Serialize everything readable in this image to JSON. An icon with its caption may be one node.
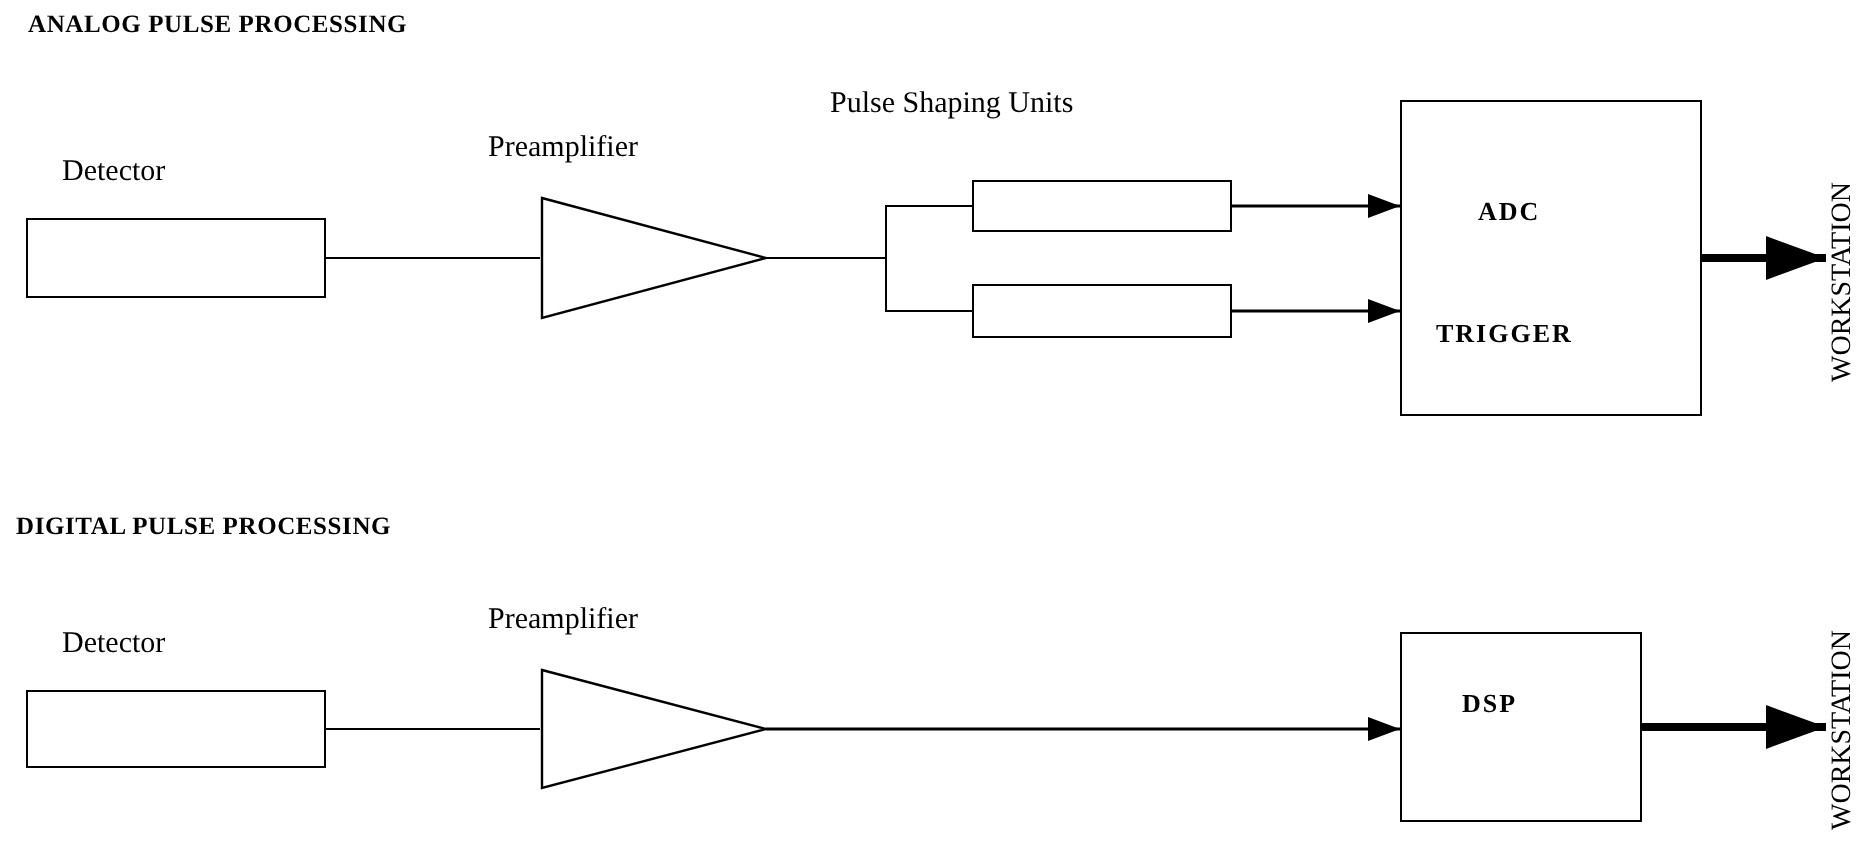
{
  "diagram": {
    "nodes": [
      {
        "text": [
          "Detector"
        ]
      },
      {
        "text": [
          "Preamplifier"
        ]
      },
      {
        "text": [],
        "shape": "box"
      },
      {
        "text": [],
        "shape": "box"
      },
      {
        "text": [
          "ADC",
          "TRIGGER"
        ]
      },
      {
        "text": [
          "WORKSTATION"
        ]
      },
      {
        "text": [
          "Detector"
        ]
      },
      {
        "text": [
          "Preamplifier"
        ]
      },
      {
        "text": [
          "DSP"
        ]
      },
      {
        "text": [
          "WORKSTATION"
        ]
      }
    ],
    "edges": [
      {
        "from": 0,
        "to": 1,
        "arrow": "none"
      },
      {
        "from": 1,
        "to": 2,
        "arrow": "none"
      },
      {
        "from": 1,
        "to": 3,
        "arrow": "none"
      },
      {
        "from": 2,
        "to": 4,
        "arrow": "to"
      },
      {
        "from": 3,
        "to": 4,
        "arrow": "to"
      },
      {
        "from": 4,
        "to": 5,
        "arrow": "to",
        "style": "thick"
      },
      {
        "from": 6,
        "to": 7,
        "arrow": "none"
      },
      {
        "from": 7,
        "to": 8,
        "arrow": "to"
      },
      {
        "from": 8,
        "to": 9,
        "arrow": "to",
        "style": "thick"
      }
    ],
    "labels": [
      "ANALOG PULSE PROCESSING",
      "Pulse Shaping Units",
      "DIGITAL PULSE PROCESSING"
    ]
  }
}
